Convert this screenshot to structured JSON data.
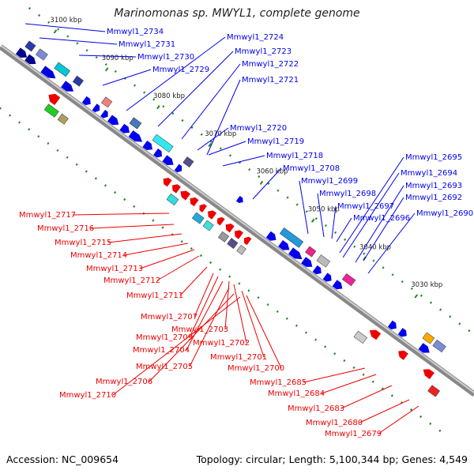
{
  "title": "Marinomonas sp. MWYL1, complete genome",
  "footer": {
    "accession": "Accession: NC_009654",
    "summary": "Topology: circular; Length: 5,100,344 bp; Genes: 4,549"
  },
  "ticks": [
    {
      "label": "3100 kbp",
      "kbp": 3100
    },
    {
      "label": "3090 kbp",
      "kbp": 3090
    },
    {
      "label": "3080 kbp",
      "kbp": 3080
    },
    {
      "label": "3070 kbp",
      "kbp": 3070
    },
    {
      "label": "3060 kbp",
      "kbp": 3060
    },
    {
      "label": "3050 kbp",
      "kbp": 3050
    },
    {
      "label": "3040 kbp",
      "kbp": 3040
    },
    {
      "label": "3030 kbp",
      "kbp": 3030
    }
  ],
  "strands": {
    "forward_color": "#0000ee",
    "reverse_color": "#ee0000"
  },
  "forward_genes": [
    "Mmwyl1_2734",
    "Mmwyl1_2731",
    "Mmwyl1_2730",
    "Mmwyl1_2729",
    "Mmwyl1_2724",
    "Mmwyl1_2723",
    "Mmwyl1_2722",
    "Mmwyl1_2721",
    "Mmwyl1_2720",
    "Mmwyl1_2719",
    "Mmwyl1_2718",
    "Mmwyl1_2708",
    "Mmwyl1_2699",
    "Mmwyl1_2698",
    "Mmwyl1_2697",
    "Mmwyl1_2696",
    "Mmwyl1_2695",
    "Mmwyl1_2694",
    "Mmwyl1_2693",
    "Mmwyl1_2692",
    "Mmwyl1_2690"
  ],
  "reverse_genes": [
    "Mmwyl1_2717",
    "Mmwyl1_2716",
    "Mmwyl1_2715",
    "Mmwyl1_2714",
    "Mmwyl1_2713",
    "Mmwyl1_2712",
    "Mmwyl1_2711",
    "Mmwyl1_2707",
    "Mmwyl1_2709",
    "Mmwyl1_2703",
    "Mmwyl1_2704",
    "Mmwyl1_2702",
    "Mmwyl1_2705",
    "Mmwyl1_2701",
    "Mmwyl1_2706",
    "Mmwyl1_2700",
    "Mmwyl1_2710",
    "Mmwyl1_2685",
    "Mmwyl1_2684",
    "Mmwyl1_2683",
    "Mmwyl1_2680",
    "Mmwyl1_2679"
  ]
}
